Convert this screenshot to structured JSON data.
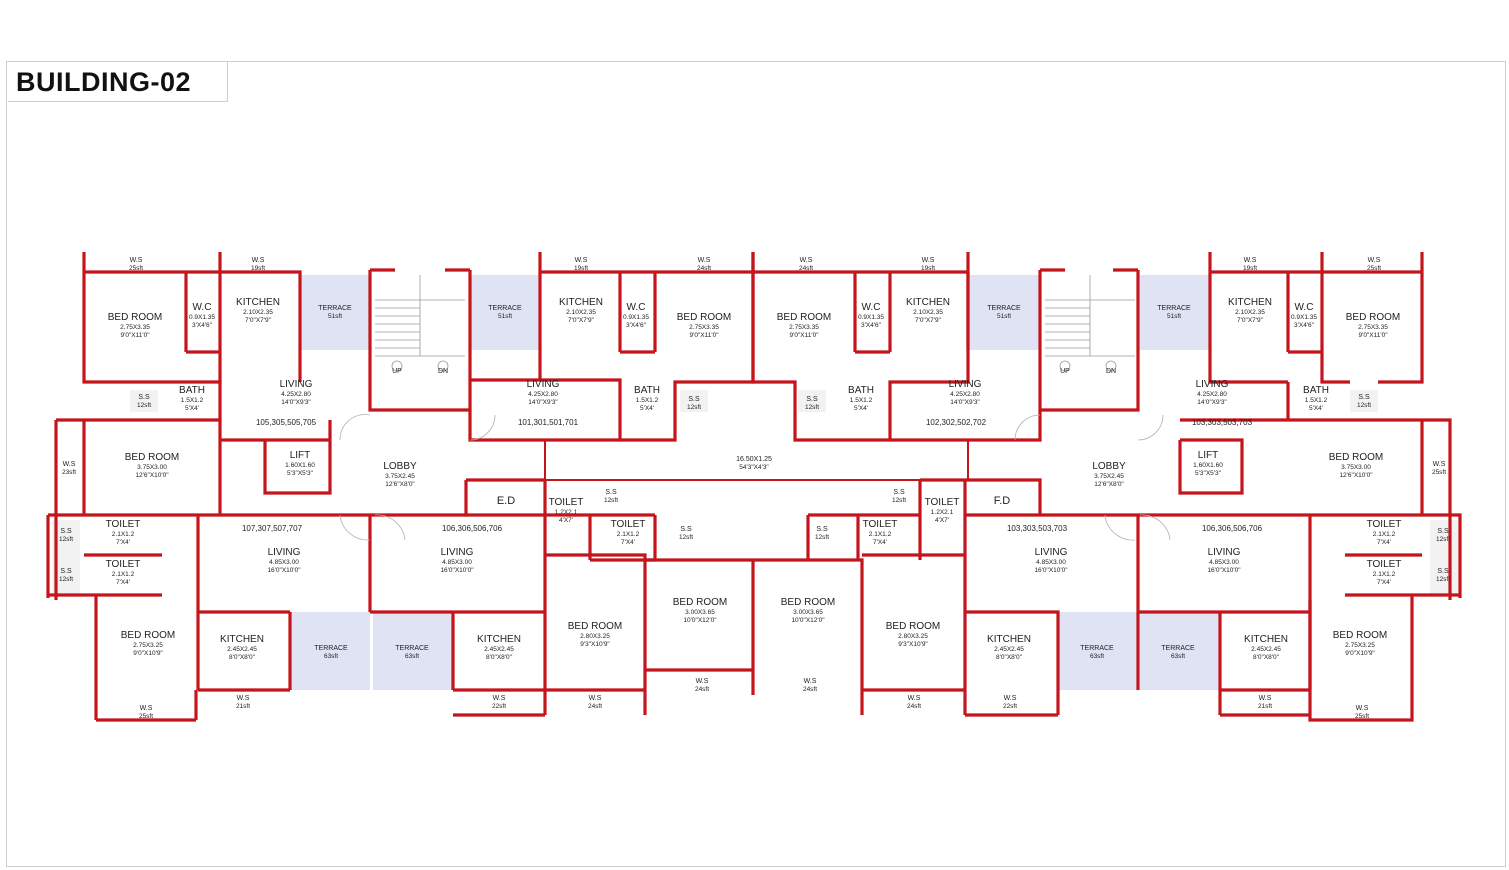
{
  "title": "BUILDING-02",
  "colors": {
    "wall": "#c4141c",
    "terrace_fill": "#dfe3f3",
    "text": "#222222"
  },
  "rooms": [
    {
      "id": "ws-tl1",
      "label": "W.S",
      "dims": "25sft"
    },
    {
      "id": "ws-tl2",
      "label": "W.S",
      "dims": "19sft"
    },
    {
      "id": "bed-tl",
      "label": "BED ROOM",
      "dims": "2.75X3.35",
      "dims2": "9'0\"X11'0\""
    },
    {
      "id": "wc-tl",
      "label": "W.C",
      "dims": "0.9X1.35",
      "dims2": "3'X4'6\""
    },
    {
      "id": "kit-tl",
      "label": "KITCHEN",
      "dims": "2.10X2.35",
      "dims2": "7'0\"X7'9\""
    },
    {
      "id": "ter-tl",
      "label": "TERRACE",
      "dims": "51sft"
    },
    {
      "id": "ss-tl",
      "label": "S.S",
      "dims": "12sft"
    },
    {
      "id": "bath-tl",
      "label": "BATH",
      "dims": "1.5X1.2",
      "dims2": "5'X4'"
    },
    {
      "id": "liv-tl",
      "label": "LIVING",
      "dims": "4.25X2.80",
      "dims2": "14'0\"X9'3\""
    },
    {
      "id": "flat-tl",
      "label": "105,305,505,705"
    },
    {
      "id": "bedl-l",
      "label": "BED ROOM",
      "dims": "3.75X3.00",
      "dims2": "12'6\"X10'0\""
    },
    {
      "id": "ws-l",
      "label": "W.S",
      "dims": "23sft"
    },
    {
      "id": "lift-l",
      "label": "LIFT",
      "dims": "1.60X1.60",
      "dims2": "5'3\"X5'3\""
    },
    {
      "id": "lobby-l",
      "label": "LOBBY",
      "dims": "3.75X2.45",
      "dims2": "12'6\"X8'0\""
    },
    {
      "id": "ss-l1",
      "label": "S.S",
      "dims": "12sft"
    },
    {
      "id": "ss-l2",
      "label": "S.S",
      "dims": "12sft"
    },
    {
      "id": "toi-l1",
      "label": "TOILET",
      "dims": "2.1X1.2",
      "dims2": "7'X4'"
    },
    {
      "id": "toi-l2",
      "label": "TOILET",
      "dims": "2.1X1.2",
      "dims2": "7'X4'"
    },
    {
      "id": "flat-bl1",
      "label": "107,307,507,707"
    },
    {
      "id": "liv-bl1",
      "label": "LIVING",
      "dims": "4.85X3.00",
      "dims2": "16'0\"X10'0\""
    },
    {
      "id": "bed-bl1",
      "label": "BED ROOM",
      "dims": "2.75X3.25",
      "dims2": "9'0\"X10'9\""
    },
    {
      "id": "kit-bl1",
      "label": "KITCHEN",
      "dims": "2.45X2.45",
      "dims2": "8'0\"X8'0\""
    },
    {
      "id": "ter-bl1",
      "label": "TERRACE",
      "dims": "63sft"
    },
    {
      "id": "ws-bl1",
      "label": "W.S",
      "dims": "25sft"
    },
    {
      "id": "ws-bl2",
      "label": "W.S",
      "dims": "21sft"
    },
    {
      "id": "stair-up-l",
      "label": "UP"
    },
    {
      "id": "stair-dn-l",
      "label": "DN"
    },
    {
      "id": "ter-tc1",
      "label": "TERRACE",
      "dims": "51sft"
    },
    {
      "id": "kit-tc1",
      "label": "KITCHEN",
      "dims": "2.10X2.35",
      "dims2": "7'0\"X7'9\""
    },
    {
      "id": "wc-tc1",
      "label": "W.C",
      "dims": "0.9X1.35",
      "dims2": "3'X4'6\""
    },
    {
      "id": "bed-tc1",
      "label": "BED ROOM",
      "dims": "2.75X3.35",
      "dims2": "9'0\"X11'0\""
    },
    {
      "id": "ws-tc1",
      "label": "W.S",
      "dims": "19sft"
    },
    {
      "id": "ws-tc2",
      "label": "W.S",
      "dims": "24sft"
    },
    {
      "id": "liv-tc1",
      "label": "LIVING",
      "dims": "4.25X2.80",
      "dims2": "14'0\"X9'3\""
    },
    {
      "id": "flat-tc1",
      "label": "101,301,501,701"
    },
    {
      "id": "bath-tc1",
      "label": "BATH",
      "dims": "1.5X1.2",
      "dims2": "5'X4'"
    },
    {
      "id": "ss-tc1",
      "label": "S.S",
      "dims": "12sft"
    },
    {
      "id": "corr",
      "label": "16.50X1.25",
      "dims": "54'3\"X4'3\""
    },
    {
      "id": "ed",
      "label": "E.D"
    },
    {
      "id": "toi-c1",
      "label": "TOILET",
      "dims": "1.2X2.1",
      "dims2": "4'X7'"
    },
    {
      "id": "ss-c1",
      "label": "S.S",
      "dims": "12sft"
    },
    {
      "id": "toi-c2",
      "label": "TOILET",
      "dims": "2.1X1.2",
      "dims2": "7'X4'"
    },
    {
      "id": "ss-c2",
      "label": "S.S",
      "dims": "12sft"
    },
    {
      "id": "flat-bc1",
      "label": "106,306,506,706"
    },
    {
      "id": "liv-bc1",
      "label": "LIVING",
      "dims": "4.85X3.00",
      "dims2": "16'0\"X10'0\""
    },
    {
      "id": "bed-bc1",
      "label": "BED ROOM",
      "dims": "2.80X3.25",
      "dims2": "9'3\"X10'9\""
    },
    {
      "id": "bed-bc2",
      "label": "BED ROOM",
      "dims": "3.00X3.65",
      "dims2": "10'0\"X12'0\""
    },
    {
      "id": "kit-bc1",
      "label": "KITCHEN",
      "dims": "2.45X2.45",
      "dims2": "8'0\"X8'0\""
    },
    {
      "id": "ter-bc1",
      "label": "TERRACE",
      "dims": "63sft"
    },
    {
      "id": "ws-bc1",
      "label": "W.S",
      "dims": "22sft"
    },
    {
      "id": "ws-bc2",
      "label": "W.S",
      "dims": "24sft"
    },
    {
      "id": "ws-bc3",
      "label": "W.S",
      "dims": "24sft"
    },
    {
      "id": "ws-tc3",
      "label": "W.S",
      "dims": "24sft"
    },
    {
      "id": "bed-tc2",
      "label": "BED ROOM",
      "dims": "2.75X3.35",
      "dims2": "9'0\"X11'0\""
    },
    {
      "id": "wc-tc2",
      "label": "W.C",
      "dims": "0.9X1.35",
      "dims2": "3'X4'6\""
    },
    {
      "id": "kit-tc2",
      "label": "KITCHEN",
      "dims": "2.10X2.35",
      "dims2": "7'0\"X7'9\""
    },
    {
      "id": "ws-tc4",
      "label": "W.S",
      "dims": "19sft"
    },
    {
      "id": "ter-tc2",
      "label": "TERRACE",
      "dims": "51sft"
    },
    {
      "id": "ss-tc2",
      "label": "S.S",
      "dims": "12sft"
    },
    {
      "id": "bath-tc2",
      "label": "BATH",
      "dims": "1.5X1.2",
      "dims2": "5'X4'"
    },
    {
      "id": "liv-tc2",
      "label": "LIVING",
      "dims": "4.25X2.80",
      "dims2": "14'0\"X9'3\""
    },
    {
      "id": "flat-tc2",
      "label": "102,302,502,702"
    },
    {
      "id": "bed-bc3",
      "label": "BED ROOM",
      "dims": "3.00X3.65",
      "dims2": "10'0\"X12'0\""
    },
    {
      "id": "ws-bc4",
      "label": "W.S",
      "dims": "24sft"
    },
    {
      "id": "toi-c3",
      "label": "TOILET",
      "dims": "2.1X1.2",
      "dims2": "7'X4'"
    },
    {
      "id": "ss-c3",
      "label": "S.S",
      "dims": "12sft"
    },
    {
      "id": "toi-c4",
      "label": "TOILET",
      "dims": "1.2X2.1",
      "dims2": "4'X7'"
    },
    {
      "id": "ss-c4",
      "label": "S.S",
      "dims": "12sft"
    },
    {
      "id": "fd",
      "label": "F.D"
    },
    {
      "id": "bed-bc4",
      "label": "BED ROOM",
      "dims": "2.80X3.25",
      "dims2": "9'3\"X10'9\""
    },
    {
      "id": "ws-bc5",
      "label": "W.S",
      "dims": "24sft"
    },
    {
      "id": "kit-bc2",
      "label": "KITCHEN",
      "dims": "2.45X2.45",
      "dims2": "8'0\"X8'0\""
    },
    {
      "id": "ws-bc6",
      "label": "W.S",
      "dims": "22sft"
    },
    {
      "id": "flat-bc2",
      "label": "103,303,503,703"
    },
    {
      "id": "liv-bc2",
      "label": "LIVING",
      "dims": "4.85X3.00",
      "dims2": "16'0\"X10'0\""
    },
    {
      "id": "ter-bc2",
      "label": "TERRACE",
      "dims": "63sft"
    },
    {
      "id": "stair-up-r",
      "label": "UP"
    },
    {
      "id": "stair-dn-r",
      "label": "DN"
    },
    {
      "id": "ter-tr",
      "label": "TERRACE",
      "dims": "51sft"
    },
    {
      "id": "kit-tr",
      "label": "KITCHEN",
      "dims": "2.10X2.35",
      "dims2": "7'0\"X7'9\""
    },
    {
      "id": "wc-tr",
      "label": "W.C",
      "dims": "0.9X1.35",
      "dims2": "3'X4'6\""
    },
    {
      "id": "bed-tr",
      "label": "BED ROOM",
      "dims": "2.75X3.35",
      "dims2": "9'0\"X11'0\""
    },
    {
      "id": "ws-tr1",
      "label": "W.S",
      "dims": "19sft"
    },
    {
      "id": "ws-tr2",
      "label": "W.S",
      "dims": "25sft"
    },
    {
      "id": "liv-tr",
      "label": "LIVING",
      "dims": "4.25X2.80",
      "dims2": "14'0\"X9'3\""
    },
    {
      "id": "flat-tr",
      "label": "103,303,503,703"
    },
    {
      "id": "bath-tr",
      "label": "BATH",
      "dims": "1.5X1.2",
      "dims2": "5'X4'"
    },
    {
      "id": "ss-tr",
      "label": "S.S",
      "dims": "12sft"
    },
    {
      "id": "lobby-r",
      "label": "LOBBY",
      "dims": "3.75X2.45",
      "dims2": "12'6\"X8'0\""
    },
    {
      "id": "lift-r",
      "label": "LIFT",
      "dims": "1.60X1.60",
      "dims2": "5'3\"X5'3\""
    },
    {
      "id": "bed-r",
      "label": "BED ROOM",
      "dims": "3.75X3.00",
      "dims2": "12'6\"X10'0\""
    },
    {
      "id": "ws-r",
      "label": "W.S",
      "dims": "25sft"
    },
    {
      "id": "toi-r1",
      "label": "TOILET",
      "dims": "2.1X1.2",
      "dims2": "7'X4'"
    },
    {
      "id": "toi-r2",
      "label": "TOILET",
      "dims": "2.1X1.2",
      "dims2": "7'X4'"
    },
    {
      "id": "ss-r1",
      "label": "S.S",
      "dims": "12sft"
    },
    {
      "id": "ss-r2",
      "label": "S.S",
      "dims": "12sft"
    },
    {
      "id": "flat-br",
      "label": "106,306,506,706"
    },
    {
      "id": "liv-br",
      "label": "LIVING",
      "dims": "4.85X3.00",
      "dims2": "16'0\"X10'0\""
    },
    {
      "id": "ter-br",
      "label": "TERRACE",
      "dims": "63sft"
    },
    {
      "id": "kit-br",
      "label": "KITCHEN",
      "dims": "2.45X2.45",
      "dims2": "8'0\"X8'0\""
    },
    {
      "id": "bed-br",
      "label": "BED ROOM",
      "dims": "2.75X3.25",
      "dims2": "9'0\"X10'9\""
    },
    {
      "id": "ws-br1",
      "label": "W.S",
      "dims": "21sft"
    },
    {
      "id": "ws-br2",
      "label": "W.S",
      "dims": "25sft"
    }
  ]
}
